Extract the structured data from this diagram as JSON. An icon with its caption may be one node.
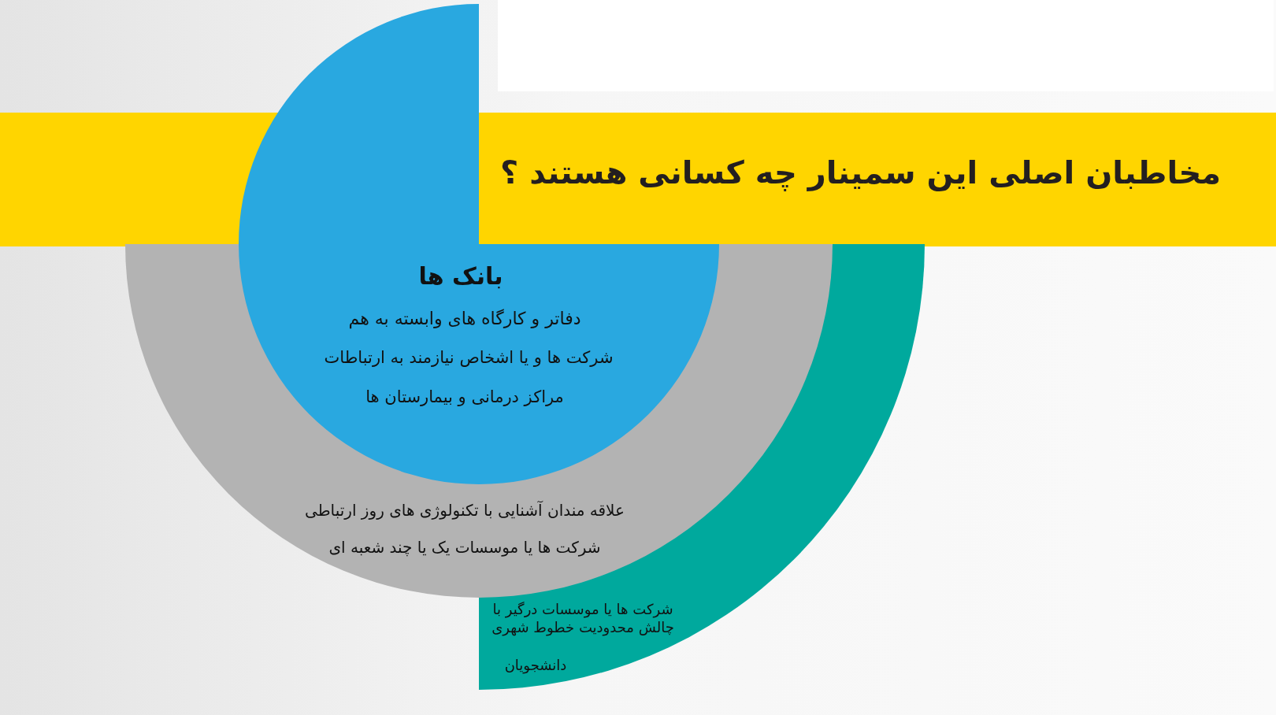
{
  "diagram": {
    "title": "مخاطبان اصلی این سمینار چه کسانی هستند ؟",
    "nodes": [
      {
        "text": [
          "بانک ها",
          "دفاتر و کارگاه های وابسته به هم",
          "شرکت ها و یا اشخاص نیازمند به ارتباطات",
          "مراکز درمانی و بیمارستان ها"
        ]
      },
      {
        "text": [
          "علاقه مندان آشنایی با تکنولوژی های روز ارتباطی",
          "شرکت ها یا موسسات یک یا چند شعبه ای"
        ]
      },
      {
        "text": [
          "شرکت ها یا موسسات درگیر با چالش محدودیت خطوط شهری",
          "دانشجویان"
        ]
      }
    ]
  }
}
